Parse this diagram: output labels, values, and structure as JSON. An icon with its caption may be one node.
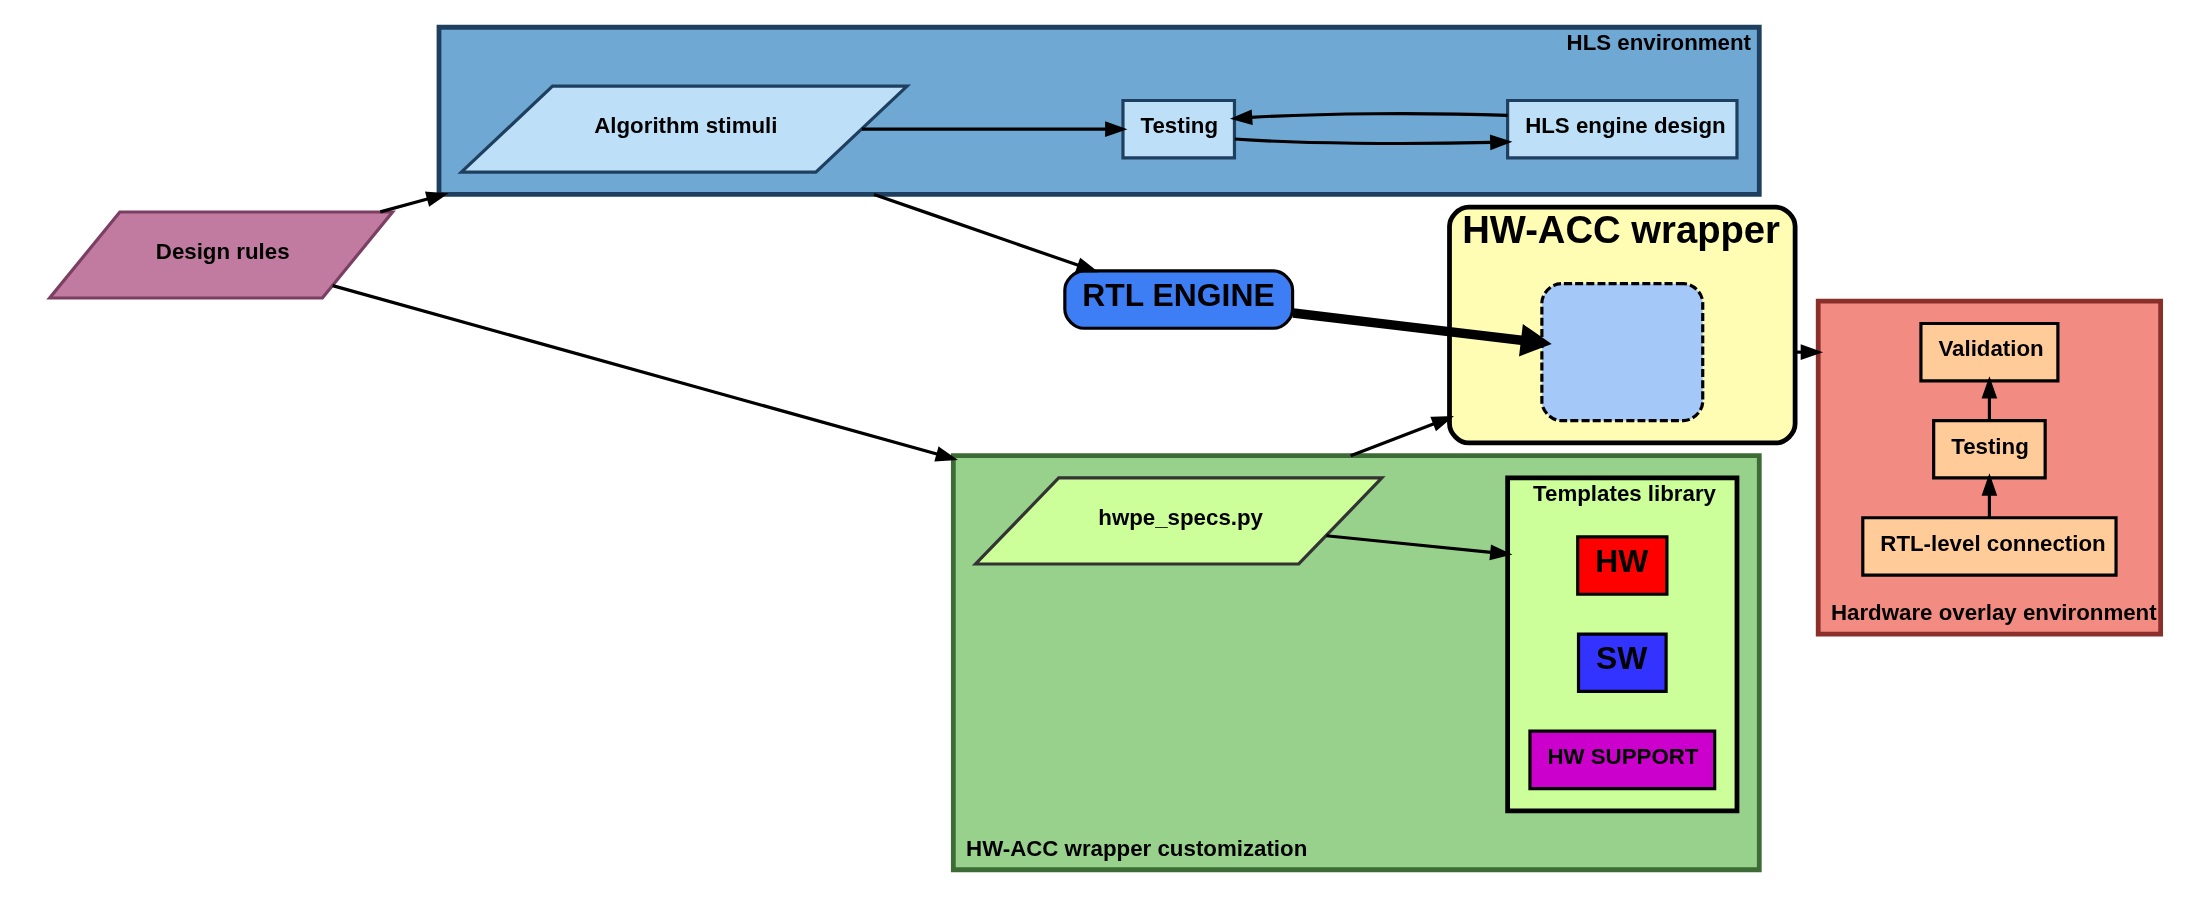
{
  "diagram": {
    "nodes": [
      {
        "text": [
          "Design rules"
        ]
      },
      {
        "text": [
          "HW-ACC wrapper customization"
        ]
      },
      {
        "text": [
          "hwpe_specs.py"
        ],
        "in": 1
      },
      {
        "text": [
          "Templates library"
        ],
        "in": 1
      },
      {
        "text": [
          "HW"
        ],
        "in": 3
      },
      {
        "text": [
          "SW"
        ],
        "in": 3
      },
      {
        "text": [
          "HW SUPPORT"
        ],
        "in": 3
      },
      {
        "text": [
          "HLS environment"
        ]
      },
      {
        "text": [
          "Algorithm stimuli"
        ],
        "in": 7
      },
      {
        "text": [
          "Testing"
        ],
        "in": 7
      },
      {
        "text": [
          "HLS engine design"
        ],
        "in": 7
      },
      {
        "text": [
          "RTL ENGINE"
        ]
      },
      {
        "text": [
          "HW-ACC wrapper"
        ]
      },
      {
        "text": [],
        "shape": "box",
        "in": 12
      },
      {
        "text": [
          "Hardware overlay environment"
        ]
      },
      {
        "text": [
          "Validation"
        ],
        "in": 14
      },
      {
        "text": [
          "Testing"
        ],
        "in": 14
      },
      {
        "text": [
          "RTL-level connection"
        ],
        "in": 14
      }
    ],
    "edges": [
      {
        "from": 0,
        "to": 1,
        "arrow": "to"
      },
      {
        "from": 0,
        "to": 7,
        "arrow": "to"
      },
      {
        "from": 2,
        "to": 3,
        "arrow": "to"
      },
      {
        "from": 1,
        "to": 12,
        "arrow": "to"
      },
      {
        "from": 8,
        "to": 9,
        "arrow": "to"
      },
      {
        "from": 9,
        "to": 10,
        "arrow": "to"
      },
      {
        "from": 10,
        "to": 9,
        "arrow": "to"
      },
      {
        "from": 7,
        "to": 11,
        "arrow": "to"
      },
      {
        "from": 11,
        "to": 13,
        "arrow": "to",
        "style": "thick"
      },
      {
        "from": 12,
        "to": 14,
        "arrow": "to"
      },
      {
        "from": 17,
        "to": 16,
        "arrow": "to"
      },
      {
        "from": 16,
        "to": 15,
        "arrow": "to"
      }
    ]
  }
}
